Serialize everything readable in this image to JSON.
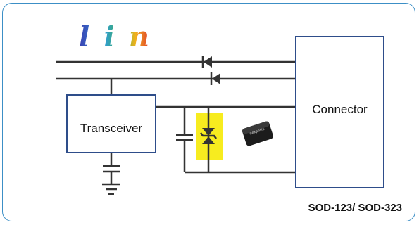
{
  "logo": {
    "text": "lin"
  },
  "blocks": {
    "transceiver": "Transceiver",
    "connector": "Connector"
  },
  "caption": "SOD-123/ SOD-323",
  "chip": {
    "marking": "nexperia"
  },
  "colors": {
    "frame": "#3c8fc6",
    "block_border": "#2e4d8a",
    "wire": "#333333",
    "tvs_highlight": "#f7ec1f"
  }
}
